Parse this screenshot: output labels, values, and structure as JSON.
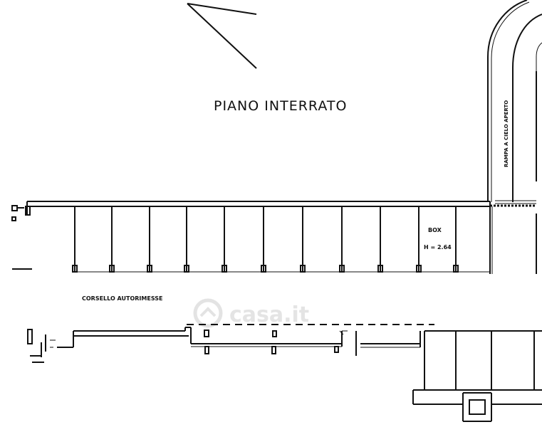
{
  "plan": {
    "title": "PIANO INTERRATO",
    "ramp_label": "RAMPA A CIELO APERTO",
    "box_label": "BOX",
    "box_height": "H = 2.64",
    "aisle_label": "CORSELLO AUTORIMESSE",
    "watermark": "casa.it"
  },
  "icons": [
    "north-arrow-icon",
    "watermark-logo-icon"
  ]
}
